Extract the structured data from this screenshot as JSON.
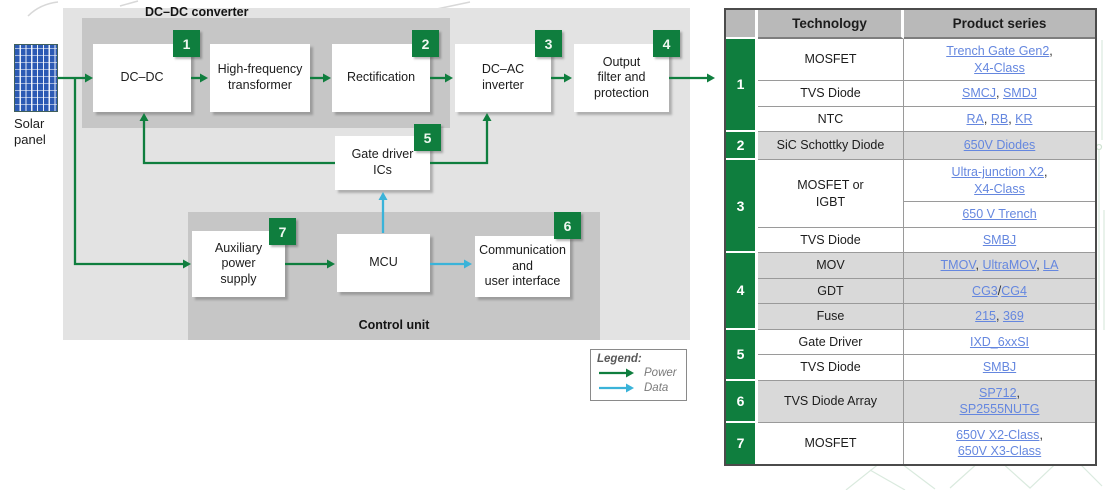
{
  "colors": {
    "power": "#0f7e3e",
    "data": "#3ab3d9",
    "link": "#6587df",
    "panel_bg": "#e3e3e3",
    "group_bg": "#c6c6c6",
    "header_bg": "#b9b9b9",
    "shaded_row_bg": "#d9d9d9"
  },
  "diagram": {
    "solar_panel": {
      "label": "Solar panel"
    },
    "groups": {
      "dcdc": "DC–DC converter",
      "control": "Control unit"
    },
    "blocks": {
      "dc_dc": {
        "label": "DC–DC",
        "badge": "1"
      },
      "hf_transformer": {
        "label": "High-frequency\ntransformer"
      },
      "rectification": {
        "label": "Rectification",
        "badge": "2"
      },
      "dc_ac_inverter": {
        "label": "DC–AC\ninverter",
        "badge": "3"
      },
      "output_filter": {
        "label": "Output\nfilter and\nprotection",
        "badge": "4"
      },
      "gate_driver": {
        "label": "Gate driver\nICs",
        "badge": "5"
      },
      "aux_power": {
        "label": "Auxiliary\npower\nsupply",
        "badge": "7"
      },
      "mcu": {
        "label": "MCU"
      },
      "comm_ui": {
        "label": "Communication\nand\nuser interface",
        "badge": "6"
      }
    },
    "legend": {
      "title": "Legend:",
      "items": [
        {
          "label": "Power"
        },
        {
          "label": "Data"
        }
      ]
    }
  },
  "table": {
    "headers": {
      "number": "",
      "technology": "Technology",
      "product_series": "Product series"
    },
    "groups": [
      {
        "number": "1",
        "shaded": false,
        "rows": [
          {
            "technology": "MOSFET",
            "products": [
              {
                "link": "Trench Gate Gen2"
              },
              {
                "text": ","
              },
              {
                "br": true
              },
              {
                "link": "X4-Class"
              }
            ]
          },
          {
            "technology": "TVS Diode",
            "products": [
              {
                "link": "SMCJ"
              },
              {
                "text": ", "
              },
              {
                "link": "SMDJ"
              }
            ]
          },
          {
            "technology": "NTC",
            "products": [
              {
                "link": "RA"
              },
              {
                "text": ", "
              },
              {
                "link": "RB"
              },
              {
                "text": ", "
              },
              {
                "link": "KR"
              }
            ]
          }
        ]
      },
      {
        "number": "2",
        "shaded": true,
        "rows": [
          {
            "technology": "SiC Schottky Diode",
            "products": [
              {
                "link": "650V Diodes"
              }
            ]
          }
        ]
      },
      {
        "number": "3",
        "shaded": false,
        "rows": [
          {
            "technology": "MOSFET or\nIGBT",
            "tech_rowspan": 2,
            "products": [
              {
                "link": "Ultra-junction X2"
              },
              {
                "text": ","
              },
              {
                "br": true
              },
              {
                "link": "X4-Class"
              }
            ]
          },
          {
            "technology": null,
            "products": [
              {
                "link": "650 V Trench"
              }
            ]
          },
          {
            "technology": "TVS Diode",
            "products": [
              {
                "link": "SMBJ"
              }
            ]
          }
        ]
      },
      {
        "number": "4",
        "shaded": true,
        "rows": [
          {
            "technology": "MOV",
            "products": [
              {
                "link": "TMOV"
              },
              {
                "text": ", "
              },
              {
                "link": "UltraMOV"
              },
              {
                "text": ", "
              },
              {
                "link": "LA"
              }
            ]
          },
          {
            "technology": "GDT",
            "products": [
              {
                "link": "CG3"
              },
              {
                "text": "/"
              },
              {
                "link": "CG4"
              }
            ]
          },
          {
            "technology": "Fuse",
            "products": [
              {
                "link": "215"
              },
              {
                "text": ", "
              },
              {
                "link": "369"
              }
            ]
          }
        ]
      },
      {
        "number": "5",
        "shaded": false,
        "rows": [
          {
            "technology": "Gate Driver",
            "products": [
              {
                "link": "IXD_6xxSI"
              }
            ]
          },
          {
            "technology": "TVS Diode",
            "products": [
              {
                "link": "SMBJ"
              }
            ]
          }
        ]
      },
      {
        "number": "6",
        "shaded": true,
        "rows": [
          {
            "technology": "TVS Diode Array",
            "products": [
              {
                "link": "SP712"
              },
              {
                "text": ","
              },
              {
                "br": true
              },
              {
                "link": "SP2555NUTG"
              }
            ]
          }
        ]
      },
      {
        "number": "7",
        "shaded": false,
        "rows": [
          {
            "technology": "MOSFET",
            "products": [
              {
                "link": "650V X2-Class"
              },
              {
                "text": ","
              },
              {
                "br": true
              },
              {
                "link": "650V X3-Class"
              }
            ]
          }
        ]
      }
    ]
  }
}
